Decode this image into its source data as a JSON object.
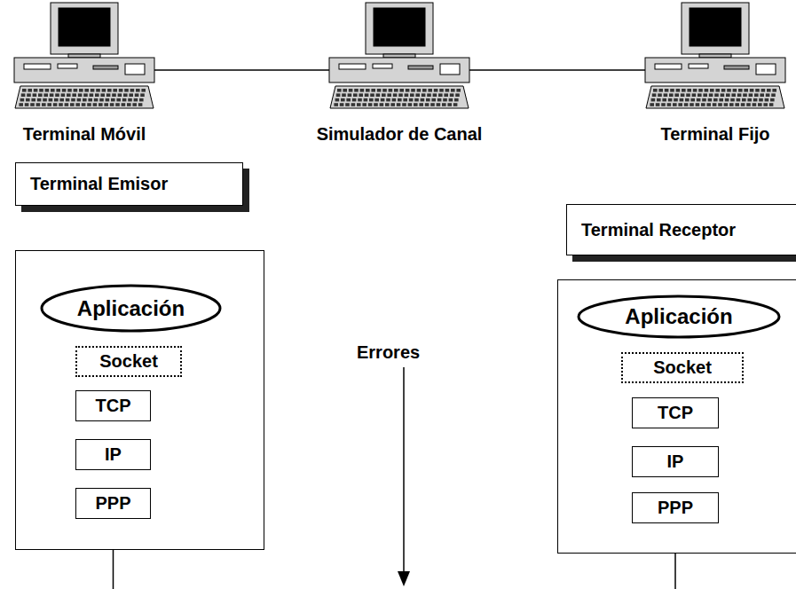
{
  "diagram": {
    "nodes": [
      {
        "text": [
          "Terminal Móvil"
        ]
      },
      {
        "text": [
          "Simulador de Canal"
        ]
      },
      {
        "text": [
          "Terminal Fijo"
        ]
      },
      {
        "text": [
          "Terminal Emisor"
        ]
      },
      {
        "text": [
          "Aplicación"
        ],
        "in": 3
      },
      {
        "text": [
          "Socket"
        ],
        "in": 3
      },
      {
        "text": [
          "TCP"
        ],
        "in": 3
      },
      {
        "text": [
          "IP"
        ],
        "in": 3
      },
      {
        "text": [
          "PPP"
        ],
        "in": 3
      },
      {
        "text": [
          "Terminal Receptor"
        ]
      },
      {
        "text": [
          "Aplicación"
        ],
        "in": 9
      },
      {
        "text": [
          "Socket"
        ],
        "in": 9
      },
      {
        "text": [
          "TCP"
        ],
        "in": 9
      },
      {
        "text": [
          "IP"
        ],
        "in": 9
      },
      {
        "text": [
          "PPP"
        ],
        "in": 9
      }
    ],
    "edges": [
      {
        "from": 0,
        "to": 1,
        "arrow": "none"
      },
      {
        "from": 1,
        "to": 2,
        "arrow": "none"
      },
      {
        "from": 4,
        "to": 5,
        "arrow": "none"
      },
      {
        "from": 5,
        "to": 6,
        "arrow": "none"
      },
      {
        "from": 6,
        "to": 7,
        "arrow": "none"
      },
      {
        "from": 7,
        "to": 8,
        "arrow": "none"
      },
      {
        "from": 10,
        "to": 11,
        "arrow": "none"
      },
      {
        "from": 11,
        "to": 12,
        "arrow": "none"
      },
      {
        "from": 12,
        "to": 13,
        "arrow": "none"
      },
      {
        "from": 13,
        "to": 14,
        "arrow": "none"
      }
    ],
    "labels": [
      "Errores"
    ]
  }
}
